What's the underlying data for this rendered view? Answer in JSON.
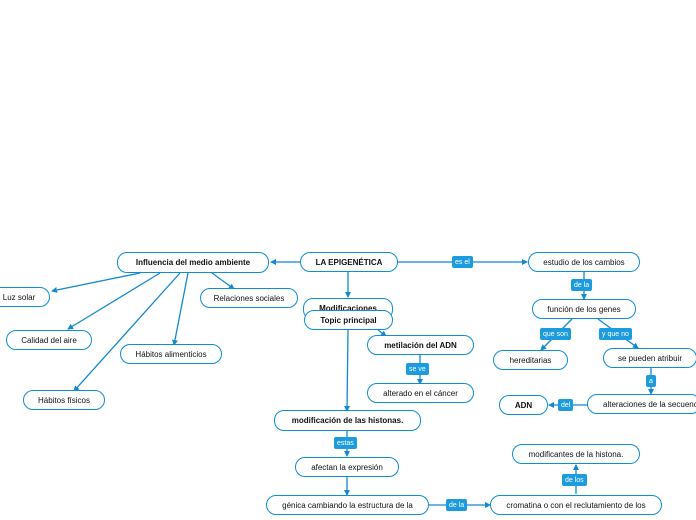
{
  "colors": {
    "line": "#1489d0",
    "label_bg": "#1d9bdf",
    "node_border": "#0f8ed3"
  },
  "nodes": {
    "epigenetica": "LA EPIGENÉTICA",
    "influencia": "Influencia del medio ambiente",
    "luz_solar": "Luz solar",
    "calidad_aire": "Calidad del aire",
    "habitos_fisicos": "Hábitos físicos",
    "habitos_alimenticios": "Hábitos alimenticios",
    "relaciones_sociales": "Relaciones sociales",
    "modificaciones": "Modificaciones",
    "topic_principal": "Topic principal",
    "metilacion": "metilación del ADN",
    "alterado_cancer": "alterado en el cáncer",
    "modificacion_histonas": "modificación de las histonas.",
    "afectan_expresion": "afectan la expresión",
    "genica": "génica cambiando la estructura de la",
    "cromatina": "cromatina o con el reclutamiento de los",
    "modificantes_histona": "modificantes de la histona.",
    "estudio_cambios": "estudio de los cambios",
    "funcion_genes": "función de los genes",
    "hereditarias": "hereditarias",
    "se_pueden_atribuir": "se pueden atribuir",
    "alteraciones_secuencia": "alteraciones de la secuencia",
    "adn": "ADN"
  },
  "links": {
    "es_el": "es el",
    "de_la_1": "de la",
    "que_son": "que son",
    "y_que_no": "y que no",
    "a": "a",
    "del": "del",
    "se_ve": "se ve",
    "estas": "estas",
    "de_la_2": "de la",
    "de_los": "de los"
  }
}
